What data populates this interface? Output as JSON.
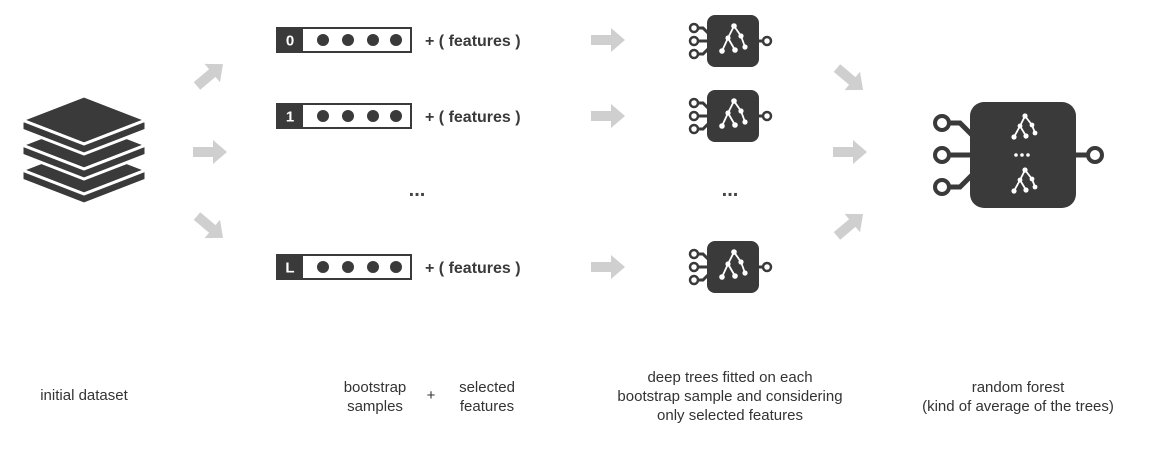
{
  "colors": {
    "dark": "#3a3a3a",
    "arrow": "#cfcfcf",
    "text": "#333333",
    "background": "#ffffff"
  },
  "samples": [
    {
      "index": "0",
      "features_text": "+ ( features )"
    },
    {
      "index": "1",
      "features_text": "+ ( features )"
    },
    {
      "index": "L",
      "features_text": "+ ( features )"
    }
  ],
  "ellipsis": "...",
  "captions": {
    "dataset": "initial dataset",
    "bootstrap": [
      "bootstrap",
      "samples"
    ],
    "plus": "+",
    "selected": [
      "selected",
      "features"
    ],
    "trees": [
      "deep trees fitted on each",
      "bootstrap sample and considering",
      "only selected features"
    ],
    "forest": [
      "random forest",
      "(kind of average of the trees)"
    ]
  },
  "icons": {
    "dataset": "stacked-layers-icon",
    "tree": "decision-tree-chip-icon",
    "forest": "random-forest-chip-icon",
    "arrow": "arrow-icon"
  }
}
